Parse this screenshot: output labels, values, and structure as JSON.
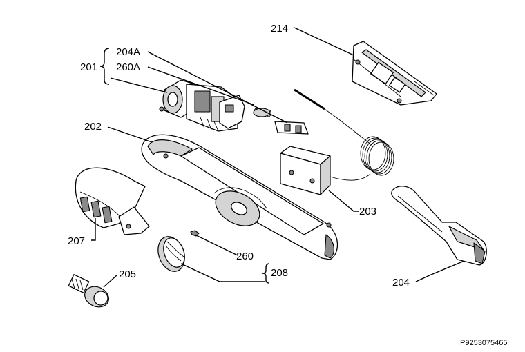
{
  "labels": {
    "l214": "214",
    "l204A": "204A",
    "l260A": "260A",
    "l201": "201",
    "l202": "202",
    "l203": "203",
    "l207": "207",
    "l260": "260",
    "l208": "208",
    "l205": "205",
    "l204": "204"
  },
  "drawing_code": "P9253075465"
}
